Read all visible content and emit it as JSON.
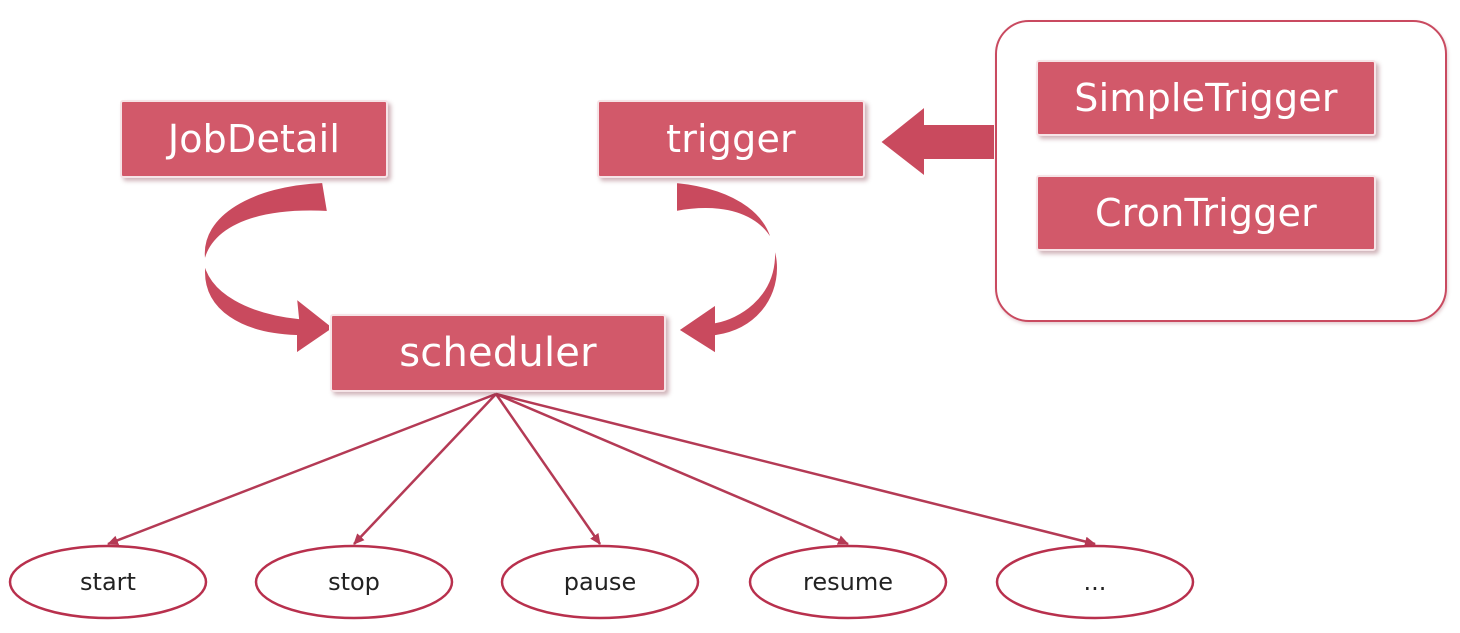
{
  "diagram": {
    "components": {
      "job_detail": "JobDetail",
      "trigger": "trigger",
      "scheduler": "scheduler"
    },
    "trigger_types": [
      "SimpleTrigger",
      "CronTrigger"
    ],
    "operations": [
      "start",
      "stop",
      "pause",
      "resume",
      "..."
    ]
  },
  "colors": {
    "box_fill": "#d2596a",
    "arrow_fill": "#c94a5e",
    "line_stroke": "#b43a55",
    "ellipse_stroke": "#b8304d",
    "text_light": "#ffffff",
    "text_dark": "#222222"
  }
}
